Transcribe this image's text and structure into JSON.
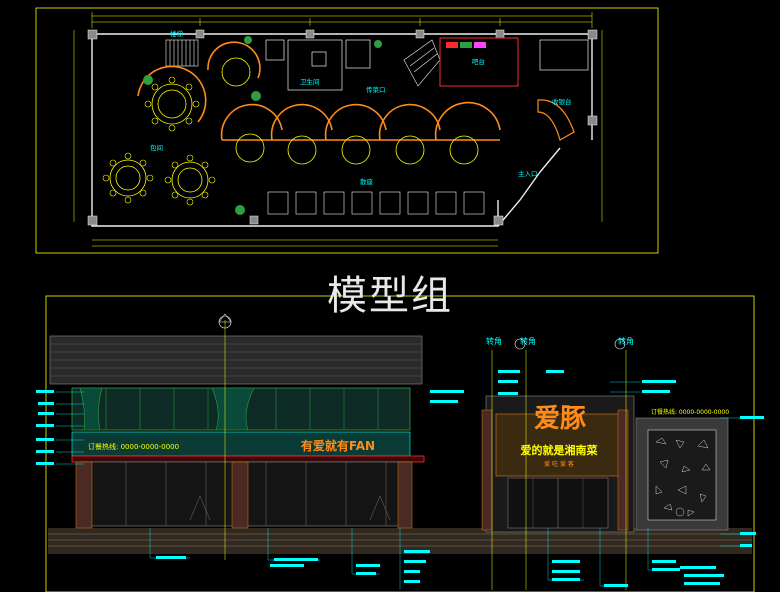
{
  "watermark": "模型组",
  "plan": {
    "labels": {
      "reception": "收银台",
      "main_entry": "主入口",
      "toilet": "卫生间",
      "kitchen_pass": "传菜口",
      "dining": "散座",
      "private_room": "包间",
      "bar": "吧台",
      "stair": "楼梯"
    }
  },
  "elevation": {
    "turn_marks": [
      "转角",
      "转角",
      "转角"
    ],
    "sign_main": "爱豚",
    "sign_sub": "爱的就是湘南菜",
    "sign_small": "爱 吃 爱 客",
    "fascia_left": "有爱就有FAN",
    "phone_left": "订餐热线: 0000-0000-0000",
    "phone_right": "订餐热线: 0000-0000-0000"
  },
  "colors": {
    "cyan": "#00ffff",
    "yellow": "#ffff00",
    "red": "#ff2a2a",
    "orange": "#ff8c1a",
    "green": "#2e9e3e",
    "magenta": "#ff40ff",
    "white": "#f0f0f0",
    "gray": "#8a8a8a"
  }
}
